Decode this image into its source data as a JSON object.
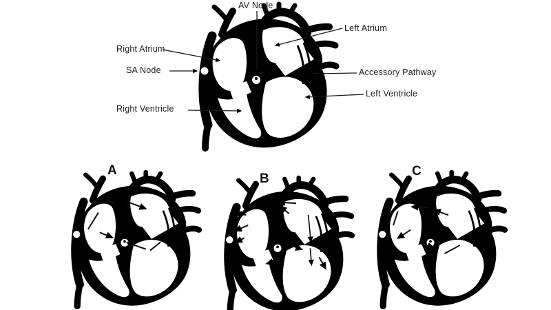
{
  "figure": {
    "background": "#ffffff",
    "ink_color": "#000000",
    "labels": {
      "av_node": "AV Node",
      "left_atrium": "Left Atrium",
      "right_atrium": "Right Atrium",
      "sa_node": "SA Node",
      "accessory_pathway": "Accessory Pathway",
      "left_ventricle": "Left Ventricle",
      "right_ventricle": "Right Ventricle"
    },
    "panels": [
      {
        "letter": "A"
      },
      {
        "letter": "B"
      },
      {
        "letter": "C"
      }
    ]
  }
}
